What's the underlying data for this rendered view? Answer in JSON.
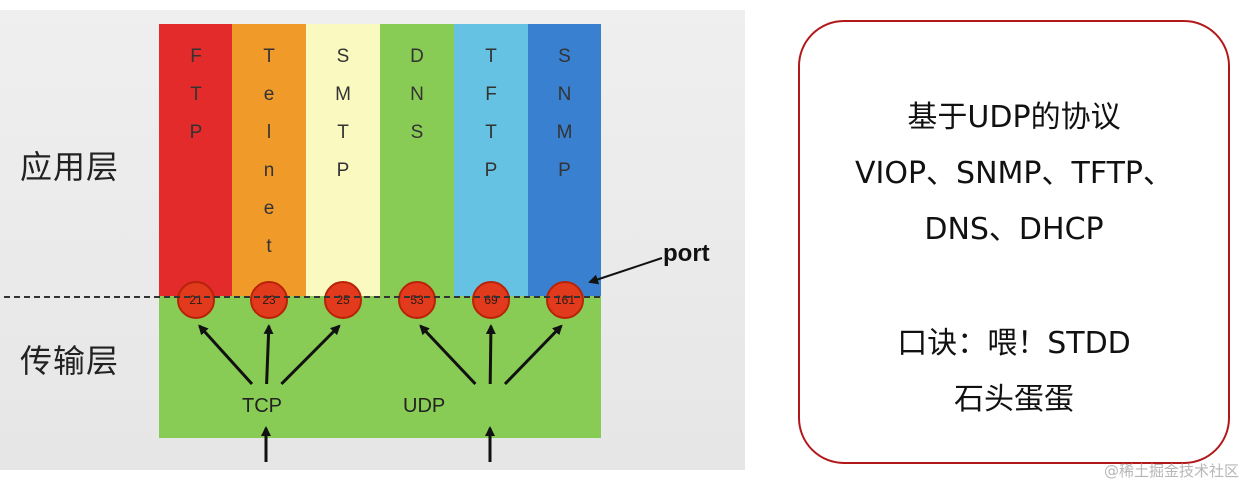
{
  "layers": {
    "application": "应用层",
    "transport": "传输层"
  },
  "protocols": [
    {
      "name": "FTP",
      "letters": [
        "F",
        "T",
        "P"
      ],
      "port": "21",
      "color": "#e42b2b"
    },
    {
      "name": "Telnet",
      "letters": [
        "T",
        "e",
        "l",
        "n",
        "e",
        "t"
      ],
      "port": "23",
      "color": "#f09a2a"
    },
    {
      "name": "SMTP",
      "letters": [
        "S",
        "M",
        "T",
        "P"
      ],
      "port": "25",
      "color": "#fafac0"
    },
    {
      "name": "DNS",
      "letters": [
        "D",
        "N",
        "S"
      ],
      "port": "53",
      "color": "#88cc55"
    },
    {
      "name": "TFTP",
      "letters": [
        "T",
        "F",
        "T",
        "P"
      ],
      "port": "69",
      "color": "#66c2e2"
    },
    {
      "name": "SNMP",
      "letters": [
        "S",
        "N",
        "M",
        "P"
      ],
      "port": "161",
      "color": "#3a80d0"
    }
  ],
  "transport": {
    "tcp": "TCP",
    "udp": "UDP"
  },
  "port_label": "port",
  "info": {
    "line1": "基于UDP的协议",
    "line2": "VIOP、SNMP、TFTP、",
    "line3": "DNS、DHCP",
    "line4": "口诀：喂！STDD",
    "line5": "石头蛋蛋"
  },
  "credit": "@稀土掘金技术社区"
}
